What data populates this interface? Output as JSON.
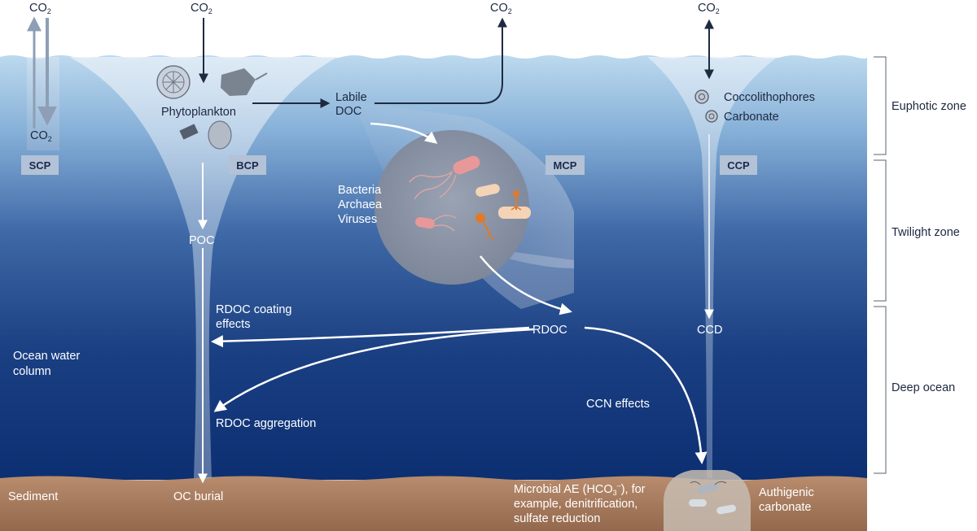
{
  "co2": {
    "label": "CO",
    "sub": "2"
  },
  "pumps": {
    "scp": "SCP",
    "bcp": "BCP",
    "mcp": "MCP",
    "ccp": "CCP"
  },
  "zones": {
    "euphotic": "Euphotic zone",
    "twilight": "Twilight zone",
    "deep": "Deep ocean"
  },
  "labels": {
    "phytoplankton": "Phytoplankton",
    "labile_1": "Labile",
    "labile_2": "DOC",
    "coccolithophores": "Coccolithophores",
    "carbonate": "Carbonate",
    "bacteria": "Bacteria",
    "archaea": "Archaea",
    "viruses": "Viruses",
    "poc": "POC",
    "rdoc_coating_1": "RDOC coating",
    "rdoc_coating_2": "effects",
    "rdoc": "RDOC",
    "ccd": "CCD",
    "ocean_column_1": "Ocean water",
    "ocean_column_2": "column",
    "rdoc_aggregation": "RDOC aggregation",
    "ccn_effects": "CCN effects",
    "sediment": "Sediment",
    "oc_burial": "OC burial",
    "microbial_1a": "Microbial AE (HCO",
    "microbial_1_sub": "3",
    "microbial_1_sup": "–",
    "microbial_1b": "), for",
    "microbial_2": "example, denitrification,",
    "microbial_3": "sulfate reduction",
    "authigenic_1": "Authigenic",
    "authigenic_2": "carbonate"
  },
  "colors": {
    "surface": "#b9d7ec",
    "mid": "#3b66a4",
    "deep": "#0f3476",
    "sediment": "#a57a5e",
    "tag_bg": "#b3c2d6",
    "dark_arrow": "#1e2a40",
    "bacteria": "#e8a0a0",
    "virus": "#e07a2a"
  }
}
